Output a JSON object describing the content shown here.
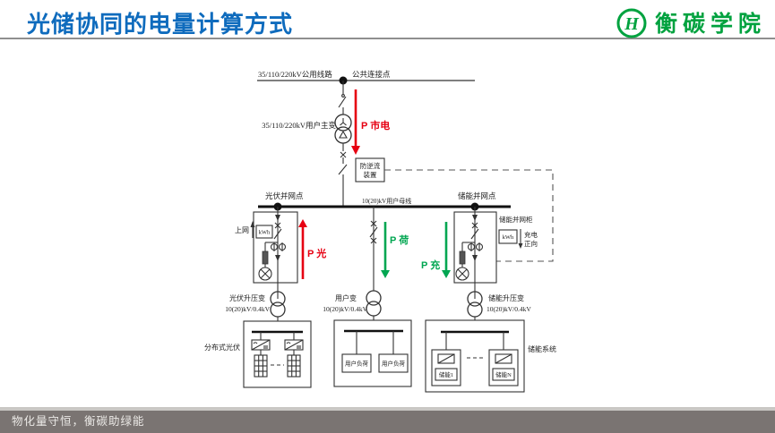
{
  "header": {
    "title": "光储协同的电量计算方式"
  },
  "logo": {
    "monogram": "H",
    "name": "衡碳学院"
  },
  "colors": {
    "title_blue": "#0e6bbd",
    "logo_green": "#00a23f",
    "arrow_red": "#e60012",
    "arrow_green": "#00a651",
    "footer_bar": "#7a7472",
    "footer_strip": "#c9c7c4"
  },
  "diagram": {
    "top": {
      "public_line_label": "35/110/220kV公用线路",
      "pcc_label": "公共连接点",
      "main_transformer_label": "35/110/220kV用户主变",
      "p_grid_label": "P 市电",
      "anti_backflow_line1": "防逆流",
      "anti_backflow_line2": "装置"
    },
    "bus": {
      "pv_poc_label": "光伏并网点",
      "bus_label": "10(20)kV用户母线",
      "ess_poc_label": "储能并网点"
    },
    "pv": {
      "feed_in_label": "上网",
      "meter_label": "kWh",
      "p_pv_label": "P 光",
      "transformer_line1": "光伏升压变",
      "transformer_line2": "10(20)kV/0.4kV",
      "system_label": "分布式光伏"
    },
    "load": {
      "p_load_label": "P 荷",
      "transformer_line1": "用户变",
      "transformer_line2": "10(20)kV/0.4kV",
      "load1_label": "用户负荷",
      "load2_label": "用户负荷"
    },
    "ess": {
      "p_charge_label": "P 充",
      "cabinet_label": "储能并网柜",
      "meter_label": "kWh",
      "charge_dir_line1": "充电",
      "charge_dir_line2": "正向",
      "transformer_line1": "储能升压变",
      "transformer_line2": "10(20)kV/0.4kV",
      "system_label": "储能系统",
      "unit1_label": "储能1",
      "unitN_label": "储能N"
    }
  },
  "footer": {
    "slogan": "物化量守恒，衡碳助绿能"
  }
}
